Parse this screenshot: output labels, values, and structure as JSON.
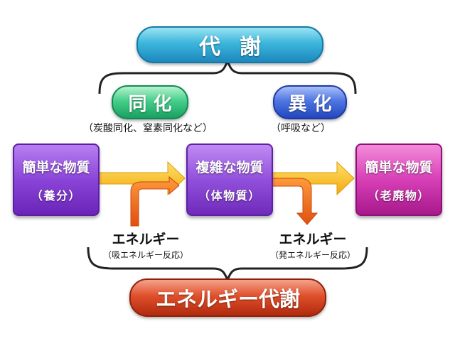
{
  "title": "代謝",
  "anabolism": {
    "label": "同化",
    "examples": "（炭酸同化、窒素同化など）"
  },
  "catabolism": {
    "label": "異化",
    "examples": "（呼吸など）"
  },
  "boxes": {
    "left": {
      "main": "簡単な物質",
      "sub": "（養分）"
    },
    "center": {
      "main": "複雑な物質",
      "sub": "（体物質）"
    },
    "right": {
      "main": "簡単な物質",
      "sub": "（老廃物）"
    }
  },
  "energy_left": {
    "main": "エネルギー",
    "sub": "（吸エネルギー反応）"
  },
  "energy_right": {
    "main": "エネルギー",
    "sub": "（発エネルギー反応）"
  },
  "energy_metabolism": "エネルギー代謝",
  "colors": {
    "metabolism_blue": "#2ea7d6",
    "anabolism_green": "#2fbf78",
    "catabolism_blue": "#3a62d6",
    "energy_red": "#d2401c",
    "box_purple": "#8a45d8",
    "box_magenta": "#d73fb6",
    "arrow_yellow": "#f6c21a",
    "arrow_orange": "#ee6a1c"
  }
}
